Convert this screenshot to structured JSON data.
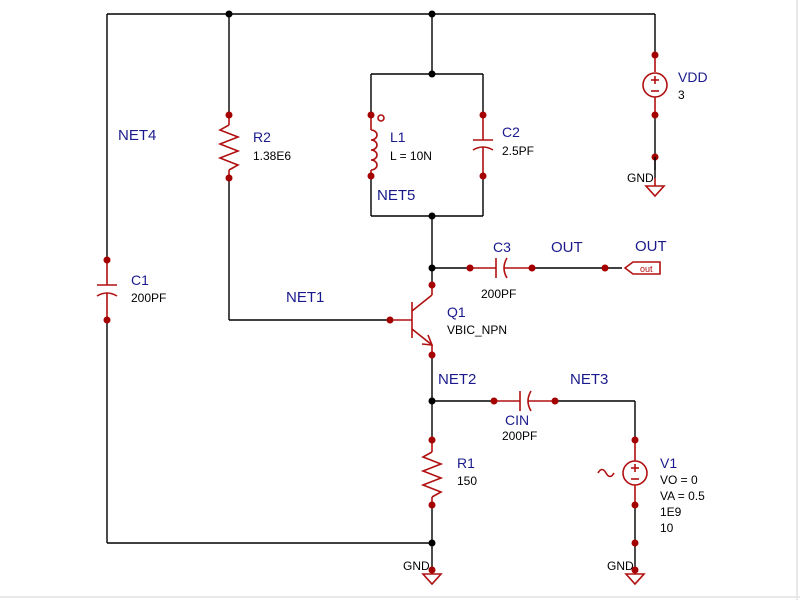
{
  "components": {
    "r2": {
      "ref": "R2",
      "value": "1.38E6"
    },
    "r1": {
      "ref": "R1",
      "value": "150"
    },
    "l1": {
      "ref": "L1",
      "value": "L = 10N"
    },
    "c1": {
      "ref": "C1",
      "value": "200PF"
    },
    "c2": {
      "ref": "C2",
      "value": "2.5PF"
    },
    "c3": {
      "ref": "C3",
      "value": "200PF"
    },
    "cin": {
      "ref": "CIN",
      "value": "200PF"
    },
    "q1": {
      "ref": "Q1",
      "value": "VBIC_NPN"
    },
    "vdd": {
      "ref": "VDD",
      "value": "3"
    },
    "v1": {
      "ref": "V1",
      "params": [
        "VO = 0",
        "VA = 0.5",
        "1E9",
        "10"
      ]
    }
  },
  "nets": {
    "net1": "NET1",
    "net2": "NET2",
    "net3": "NET3",
    "net4": "NET4",
    "net5": "NET5",
    "out_label": "OUT",
    "out_port_label": "OUT",
    "out_port_tag": "out",
    "gnd_vdd": "GND",
    "gnd_r1": "GND",
    "gnd_v1": "GND"
  },
  "colors": {
    "wire": "#000000",
    "component": "#b01010",
    "pin": "#a40000",
    "net_label": "#1a1a8c"
  }
}
